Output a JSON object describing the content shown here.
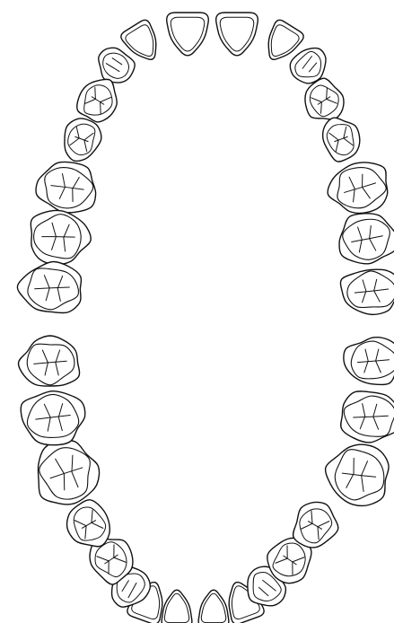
{
  "diagram": {
    "type": "dental-arch-chart",
    "colors": {
      "line": "#111111",
      "background": "#ffffff"
    },
    "arches": [
      {
        "name": "upper-arch",
        "teeth": [
          {
            "id": "upper-right-central-incisor",
            "kind": "incisor"
          },
          {
            "id": "upper-left-central-incisor",
            "kind": "incisor"
          },
          {
            "id": "upper-right-lateral-incisor",
            "kind": "incisor"
          },
          {
            "id": "upper-left-lateral-incisor",
            "kind": "incisor"
          },
          {
            "id": "upper-right-canine",
            "kind": "canine"
          },
          {
            "id": "upper-left-canine",
            "kind": "canine"
          },
          {
            "id": "upper-right-first-premolar",
            "kind": "premolar"
          },
          {
            "id": "upper-left-first-premolar",
            "kind": "premolar"
          },
          {
            "id": "upper-right-second-premolar",
            "kind": "premolar"
          },
          {
            "id": "upper-left-second-premolar",
            "kind": "premolar"
          },
          {
            "id": "upper-right-first-molar",
            "kind": "molar"
          },
          {
            "id": "upper-left-first-molar",
            "kind": "molar"
          },
          {
            "id": "upper-right-second-molar",
            "kind": "molar"
          },
          {
            "id": "upper-left-second-molar",
            "kind": "molar"
          },
          {
            "id": "upper-right-third-molar",
            "kind": "molar"
          },
          {
            "id": "upper-left-third-molar",
            "kind": "molar"
          }
        ]
      },
      {
        "name": "lower-arch",
        "teeth": [
          {
            "id": "lower-right-central-incisor",
            "kind": "incisor"
          },
          {
            "id": "lower-left-central-incisor",
            "kind": "incisor"
          },
          {
            "id": "lower-right-lateral-incisor",
            "kind": "incisor"
          },
          {
            "id": "lower-left-lateral-incisor",
            "kind": "incisor"
          },
          {
            "id": "lower-right-canine",
            "kind": "canine"
          },
          {
            "id": "lower-left-canine",
            "kind": "canine"
          },
          {
            "id": "lower-right-first-premolar",
            "kind": "premolar"
          },
          {
            "id": "lower-left-first-premolar",
            "kind": "premolar"
          },
          {
            "id": "lower-right-second-premolar",
            "kind": "premolar"
          },
          {
            "id": "lower-left-second-premolar",
            "kind": "premolar"
          },
          {
            "id": "lower-right-first-molar",
            "kind": "molar"
          },
          {
            "id": "lower-left-first-molar",
            "kind": "molar"
          },
          {
            "id": "lower-right-second-molar",
            "kind": "molar"
          },
          {
            "id": "lower-left-second-molar",
            "kind": "molar"
          },
          {
            "id": "lower-right-third-molar",
            "kind": "molar"
          },
          {
            "id": "lower-left-third-molar",
            "kind": "molar"
          }
        ]
      }
    ]
  }
}
